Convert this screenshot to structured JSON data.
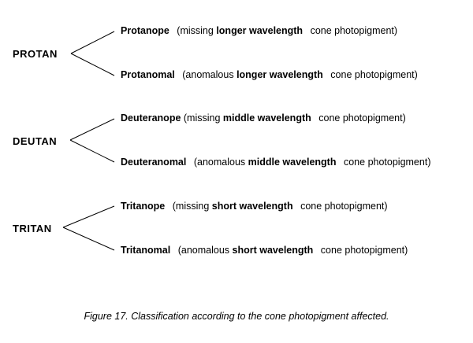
{
  "groups": [
    {
      "label": "PROTAN",
      "entries": [
        {
          "term": "Protanope",
          "desc_pre": "(missing",
          "keyword": "longer wavelength",
          "desc_post": "cone photopigment)"
        },
        {
          "term": "Protanomal",
          "desc_pre": "(anomalous",
          "keyword": "longer wavelength",
          "desc_post": "cone photopigment)"
        }
      ]
    },
    {
      "label": "DEUTAN",
      "entries": [
        {
          "term": "Deuteranope",
          "desc_pre": "(missing",
          "keyword": "middle wavelength",
          "desc_post": "cone photopigment)"
        },
        {
          "term": "Deuteranomal",
          "desc_pre": "(anomalous",
          "keyword": "middle wavelength",
          "desc_post": "cone photopigment)"
        }
      ]
    },
    {
      "label": "TRITAN",
      "entries": [
        {
          "term": "Tritanope",
          "desc_pre": "(missing",
          "keyword": "short wavelength",
          "desc_post": "cone photopigment)"
        },
        {
          "term": "Tritanomal",
          "desc_pre": "(anomalous",
          "keyword": "short wavelength",
          "desc_post": "cone photopigment)"
        }
      ]
    }
  ],
  "caption": "Figure 17. Classification according to the cone photopigment affected."
}
